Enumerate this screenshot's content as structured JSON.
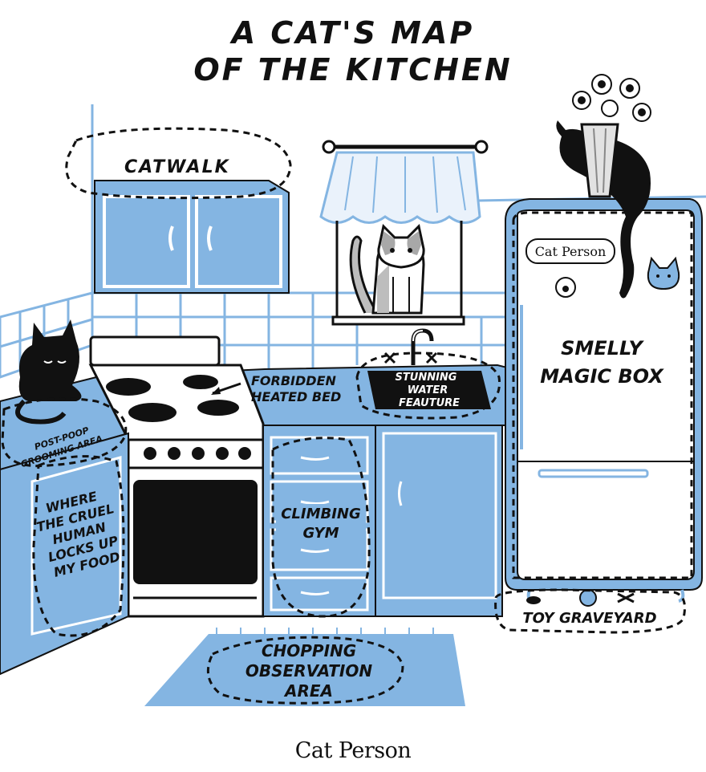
{
  "title": {
    "line1": "A CAT'S MAP",
    "line2": "OF THE KITCHEN"
  },
  "labels": {
    "catwalk": "CATWALK",
    "forbidden_1": "FORBIDDEN",
    "forbidden_2": "HEATED BED",
    "water_1": "STUNNING",
    "water_2": "WATER",
    "water_3": "FEAUTURE",
    "smelly_1": "SMELLY",
    "smelly_2": "MAGIC BOX",
    "postpoop_1": "POST-POOP",
    "postpoop_2": "GROOMING AREA",
    "cruel_1": "WHERE",
    "cruel_2": "THE CRUEL",
    "cruel_3": "HUMAN",
    "cruel_4": "LOCKS UP",
    "cruel_5": "MY FOOD",
    "climbing_1": "CLIMBING",
    "climbing_2": "GYM",
    "toy": "TOY GRAVEYARD",
    "chopping_1": "CHOPPING",
    "chopping_2": "OBSERVATION",
    "chopping_3": "AREA"
  },
  "fridge_brand": "Cat Person",
  "footer_brand": "Cat Person",
  "colors": {
    "blue": "#84b5e2",
    "ink": "#111111",
    "white": "#ffffff"
  }
}
